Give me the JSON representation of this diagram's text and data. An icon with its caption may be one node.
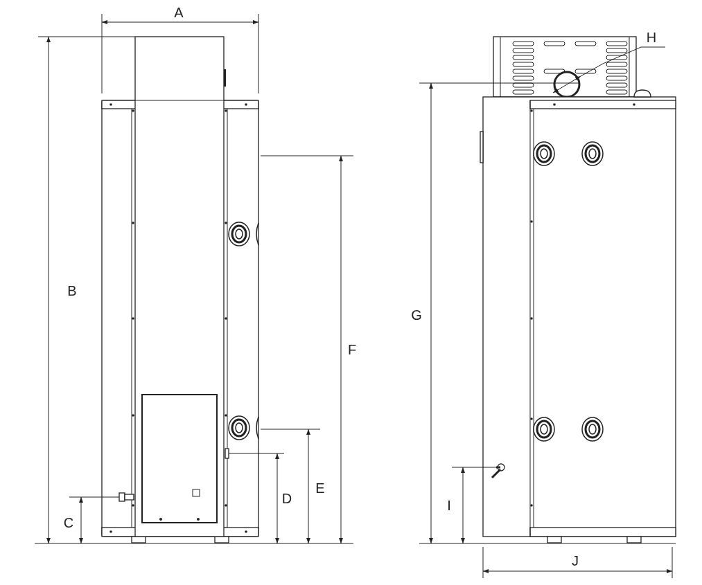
{
  "diagram": {
    "labels": [
      "A",
      "H",
      "B",
      "G",
      "F",
      "E",
      "D",
      "I",
      "C",
      "J"
    ]
  }
}
